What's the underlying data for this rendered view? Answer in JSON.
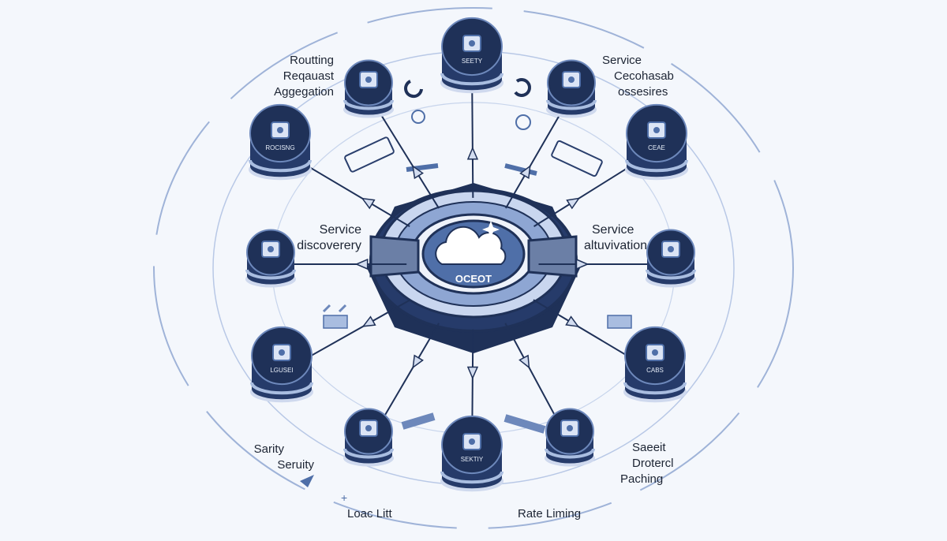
{
  "hub": {
    "label": "OCEOT"
  },
  "nodes": [
    {
      "id": "top",
      "label": "SEETY"
    },
    {
      "id": "top-right",
      "label": ""
    },
    {
      "id": "right-upper",
      "label": "CEAE"
    },
    {
      "id": "right",
      "label": ""
    },
    {
      "id": "right-lower",
      "label": "CABS"
    },
    {
      "id": "bottom-right",
      "label": ""
    },
    {
      "id": "bottom",
      "label": "SEKTIY"
    },
    {
      "id": "bottom-left",
      "label": ""
    },
    {
      "id": "left-lower",
      "label": "LGUSEI"
    },
    {
      "id": "left",
      "label": ""
    },
    {
      "id": "left-upper",
      "label": "ROCISNG"
    },
    {
      "id": "top-left",
      "label": ""
    }
  ],
  "labels": {
    "top_left": [
      "Routting",
      "Reqauast",
      "Aggegation"
    ],
    "top_right": [
      "Service",
      "Cecohasab",
      "ossesires"
    ],
    "mid_left": [
      "Service",
      "discoverery"
    ],
    "mid_right": [
      "Service",
      "altuvivation"
    ],
    "bottom_left": [
      "Sarity",
      "Seruity"
    ],
    "bottom_right": [
      "Saeeit",
      "Drotercl",
      "Paching"
    ],
    "bottom_center_left": "Loac Litt",
    "bottom_center_right": "Rate Liming"
  },
  "colors": {
    "navy": "#1f3158",
    "blue": "#4f6fa8",
    "light_blue": "#a9bde0",
    "background": "#f4f7fc"
  }
}
